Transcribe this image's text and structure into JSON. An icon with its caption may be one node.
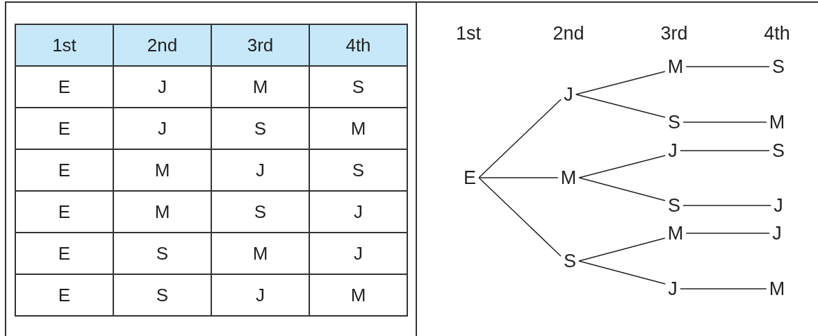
{
  "diagram": {
    "nodes": [
      {
        "text": [
          "E"
        ]
      },
      {
        "text": [
          "J"
        ]
      },
      {
        "text": [
          "M"
        ]
      },
      {
        "text": [
          "S"
        ]
      },
      {
        "text": [
          "M"
        ]
      },
      {
        "text": [
          "S"
        ]
      },
      {
        "text": [
          "J"
        ]
      },
      {
        "text": [
          "S"
        ]
      },
      {
        "text": [
          "M"
        ]
      },
      {
        "text": [
          "J"
        ]
      },
      {
        "text": [
          "S"
        ]
      },
      {
        "text": [
          "M"
        ]
      },
      {
        "text": [
          "S"
        ]
      },
      {
        "text": [
          "J"
        ]
      },
      {
        "text": [
          "J"
        ]
      },
      {
        "text": [
          "M"
        ]
      }
    ],
    "edges": [
      {
        "from": 0,
        "to": 1,
        "arrow": "none"
      },
      {
        "from": 0,
        "to": 2,
        "arrow": "none"
      },
      {
        "from": 0,
        "to": 3,
        "arrow": "none"
      },
      {
        "from": 1,
        "to": 4,
        "arrow": "none"
      },
      {
        "from": 1,
        "to": 5,
        "arrow": "none"
      },
      {
        "from": 2,
        "to": 6,
        "arrow": "none"
      },
      {
        "from": 2,
        "to": 7,
        "arrow": "none"
      },
      {
        "from": 3,
        "to": 8,
        "arrow": "none"
      },
      {
        "from": 3,
        "to": 9,
        "arrow": "none"
      },
      {
        "from": 4,
        "to": 10,
        "arrow": "none"
      },
      {
        "from": 5,
        "to": 11,
        "arrow": "none"
      },
      {
        "from": 6,
        "to": 12,
        "arrow": "none"
      },
      {
        "from": 7,
        "to": 13,
        "arrow": "none"
      },
      {
        "from": 8,
        "to": 14,
        "arrow": "none"
      },
      {
        "from": 9,
        "to": 15,
        "arrow": "none"
      }
    ],
    "labels": [
      "1st",
      "2nd",
      "3rd",
      "4th",
      "E",
      "J",
      "M",
      "S",
      "E",
      "J",
      "S",
      "M",
      "E",
      "M",
      "J",
      "S",
      "E",
      "M",
      "S",
      "J",
      "E",
      "S",
      "M",
      "J",
      "E",
      "S",
      "J",
      "M",
      "1st",
      "2nd",
      "3rd",
      "4th"
    ]
  }
}
